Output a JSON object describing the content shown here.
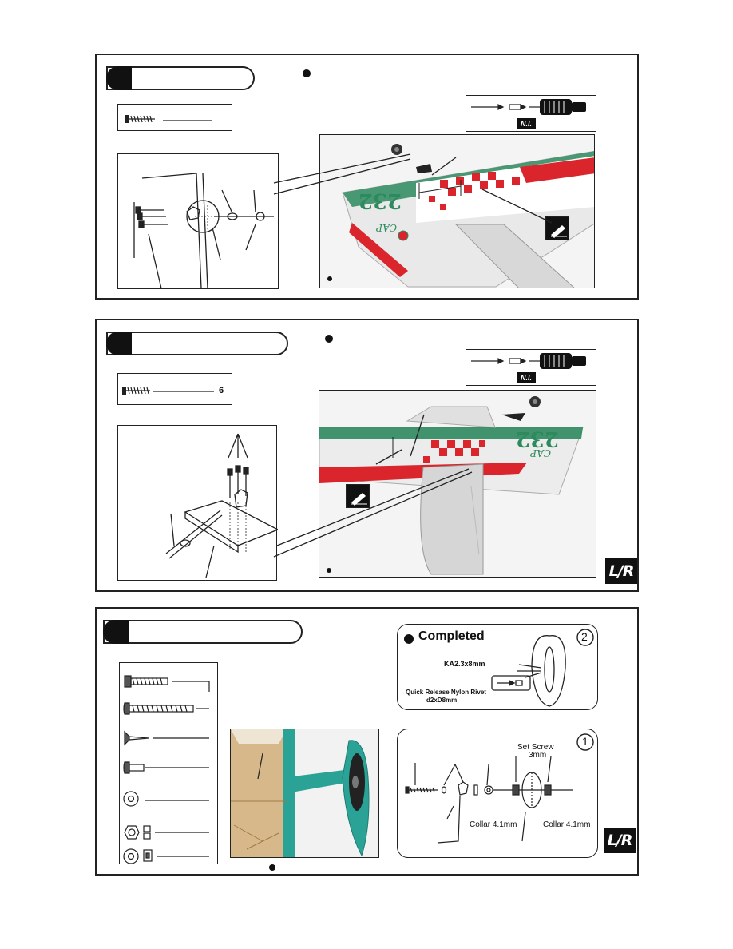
{
  "panel1": {
    "screw_count": "",
    "tool_badge": "N.I."
  },
  "panel2": {
    "screw_count": "6",
    "tool_badge": "N.I.",
    "lr_badge": "L/R"
  },
  "panel3": {
    "completed_title": "Completed",
    "completed_number": "2",
    "screw_label": "KA2.3x8mm",
    "rivet_label_line1": "Quick Release Nylon Rivet",
    "rivet_label_line2": "d2xD8mm",
    "detail_number": "1",
    "set_screw_line1": "Set Screw",
    "set_screw_line2": "3mm",
    "collar_left": "Collar  4.1mm",
    "collar_right": "Collar  4.1mm",
    "lr_badge": "L/R"
  },
  "colors": {
    "fuselage_red": "#d9252b",
    "fuselage_green": "#2d8a5f",
    "wheel_pant_teal": "#2aa396",
    "wood": "#d7b88a"
  },
  "icons": [
    "screw-icon",
    "screwdriver-icon",
    "control-horn-icon",
    "wheel-icon",
    "washer-icon",
    "nut-icon",
    "collar-icon"
  ]
}
